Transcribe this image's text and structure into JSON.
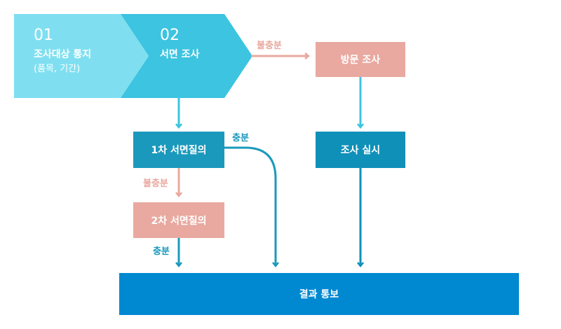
{
  "colors": {
    "step1": "#7fdff0",
    "step2": "#3cc4e0",
    "teal": "#1b99bc",
    "teal_dark": "#0f90b9",
    "pink": "#e9a9a0",
    "blue": "#0088d1"
  },
  "steps": [
    {
      "number": "01",
      "title": "조사대상 통지",
      "subtitle": "(품목, 기간)"
    },
    {
      "number": "02",
      "title": "서면 조사"
    }
  ],
  "boxes": {
    "visit": "방문 조사",
    "first_inquiry": "1차 서면질의",
    "survey": "조사 실시",
    "second_inquiry": "2차 서면질의",
    "result": "결과 통보"
  },
  "labels": {
    "insufficient_top": "불충분",
    "sufficient_top": "충분",
    "insufficient_mid": "불충분",
    "sufficient_bottom": "충분"
  }
}
